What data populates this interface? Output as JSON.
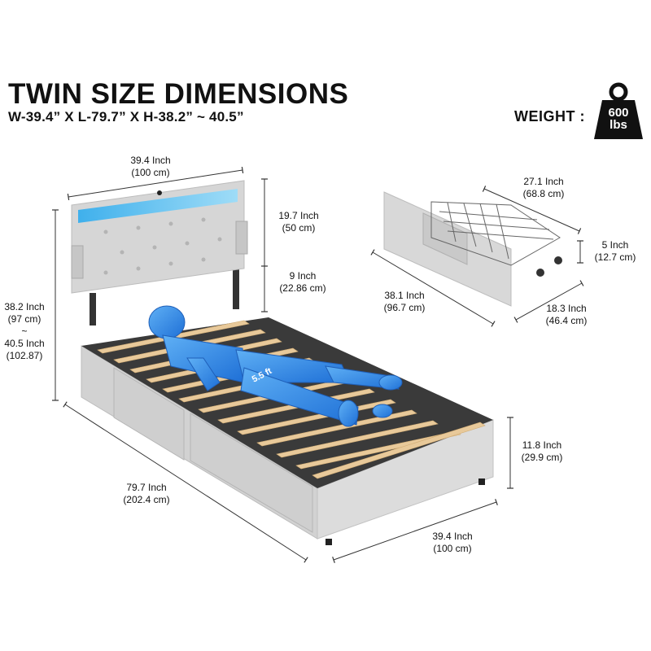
{
  "title": "TWIN SIZE DIMENSIONS",
  "subtitle": "W-39.4” X L-79.7” X H-38.2” ~ 40.5”",
  "weight": {
    "label": "WEIGHT :",
    "value": "600",
    "unit": "lbs"
  },
  "person_height_label": "5.5 ft",
  "dimensions": {
    "headboard_width": {
      "inch": "39.4 Inch",
      "cm": "(100 cm)"
    },
    "headboard_upper_height": {
      "inch": "19.7 Inch",
      "cm": "(50 cm)"
    },
    "headboard_lower_height": {
      "inch": "9 Inch",
      "cm": "(22.86 cm)"
    },
    "total_height": {
      "inch": "38.2 Inch",
      "cm": "(97 cm)",
      "sep": "~",
      "inch2": "40.5 Inch",
      "cm2": "(102.87)"
    },
    "bed_length": {
      "inch": "79.7 Inch",
      "cm": "(202.4 cm)"
    },
    "bed_width": {
      "inch": "39.4 Inch",
      "cm": "(100 cm)"
    },
    "side_rail_height": {
      "inch": "11.8 Inch",
      "cm": "(29.9 cm)"
    },
    "drawer_depth": {
      "inch": "27.1 Inch",
      "cm": "(68.8 cm)"
    },
    "drawer_height": {
      "inch": "5 Inch",
      "cm": "(12.7 cm)"
    },
    "drawer_length": {
      "inch": "38.1 Inch",
      "cm": "(96.7 cm)"
    },
    "drawer_width": {
      "inch": "18.3 Inch",
      "cm": "(46.4 cm)"
    }
  },
  "colors": {
    "fabric": "#d6d6d6",
    "fabric_dark": "#b9b9b9",
    "slat": "#e8c99a",
    "led": "#6cc8f2",
    "mannequin": "#3a8ee8",
    "text": "#111111"
  }
}
